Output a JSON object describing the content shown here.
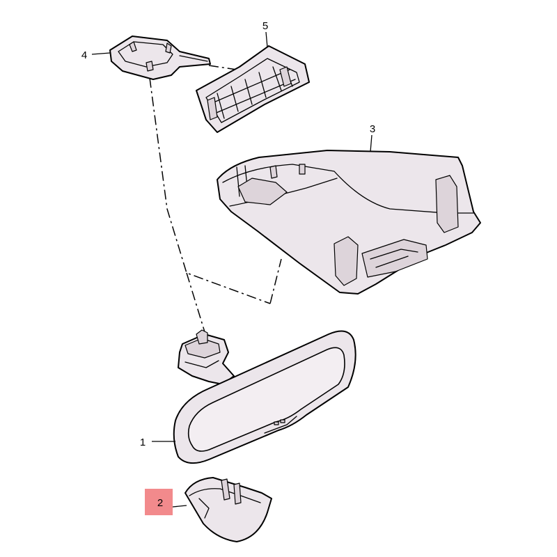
{
  "callouts": [
    {
      "id": "1",
      "label": "1"
    },
    {
      "id": "2",
      "label": "2"
    },
    {
      "id": "3",
      "label": "3"
    },
    {
      "id": "4",
      "label": "4"
    },
    {
      "id": "5",
      "label": "5"
    }
  ],
  "highlighted_callout": "2",
  "colors": {
    "part_fill": "#ece6eb",
    "highlight": "#f28a8c",
    "line": "#000000"
  }
}
